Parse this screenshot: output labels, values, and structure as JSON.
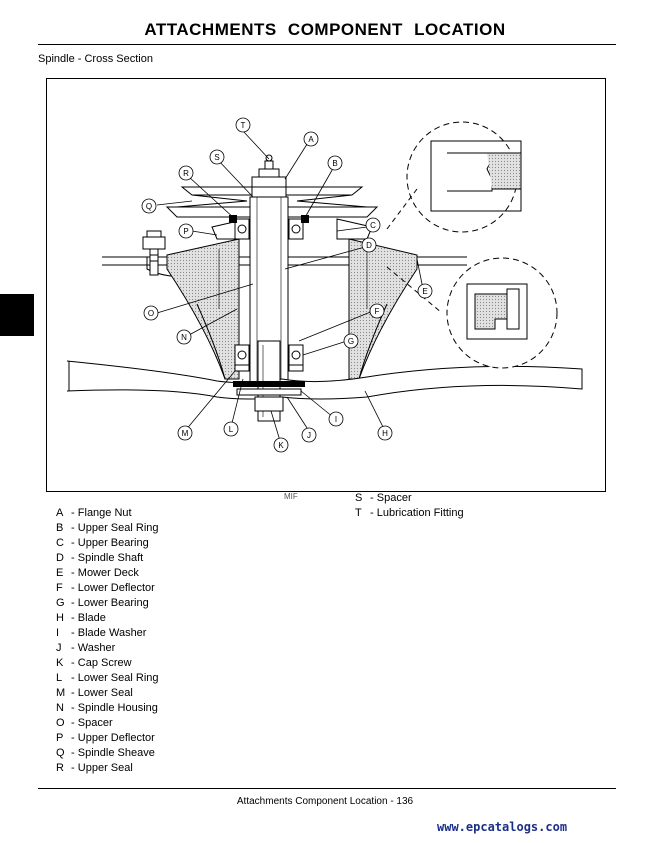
{
  "page_title": "ATTACHMENTS   COMPONENT LOCATION",
  "section_title": "Spindle - Cross Section",
  "figure_code": "MIF",
  "callouts": {
    "a": "A",
    "b": "B",
    "c": "C",
    "d": "D",
    "e": "E",
    "f": "F",
    "g": "G",
    "h": "H",
    "i": "I",
    "j": "J",
    "k": "K",
    "l": "L",
    "m": "M",
    "n": "N",
    "o": "O",
    "p": "P",
    "q": "Q",
    "r": "R",
    "s": "S",
    "t": "T"
  },
  "legend_left": [
    {
      "key": "A",
      "sep": " - ",
      "label": "Flange Nut"
    },
    {
      "key": "B",
      "sep": " - ",
      "label": "Upper Seal Ring"
    },
    {
      "key": "C",
      "sep": " - ",
      "label": "Upper Bearing"
    },
    {
      "key": "D",
      "sep": " - ",
      "label": "Spindle Shaft"
    },
    {
      "key": "E",
      "sep": " - ",
      "label": "Mower Deck"
    },
    {
      "key": "F",
      "sep": " - ",
      "label": "Lower Deflector"
    },
    {
      "key": "G",
      "sep": " - ",
      "label": "Lower Bearing"
    },
    {
      "key": "H",
      "sep": " - ",
      "label": "Blade"
    },
    {
      "key": "I",
      "sep": " - ",
      "label": "Blade Washer"
    },
    {
      "key": "J",
      "sep": " - ",
      "label": "Washer"
    },
    {
      "key": "K",
      "sep": " - ",
      "label": "Cap Screw"
    },
    {
      "key": "L",
      "sep": " - ",
      "label": "Lower Seal Ring"
    },
    {
      "key": "M",
      "sep": " - ",
      "label": "Lower Seal"
    },
    {
      "key": "N",
      "sep": " - ",
      "label": "Spindle Housing"
    },
    {
      "key": "O",
      "sep": " - ",
      "label": "Spacer"
    },
    {
      "key": "P",
      "sep": " - ",
      "label": "Upper Deflector"
    },
    {
      "key": "Q",
      "sep": " - ",
      "label": "Spindle Sheave"
    },
    {
      "key": "R",
      "sep": " - ",
      "label": "Upper Seal"
    }
  ],
  "legend_right": [
    {
      "key": "S",
      "sep": " - ",
      "label": "Spacer"
    },
    {
      "key": "T",
      "sep": " - ",
      "label": "Lubrication Fitting"
    }
  ],
  "footer": "Attachments   Component Location - 136",
  "watermark": "www.epcatalogs.com"
}
